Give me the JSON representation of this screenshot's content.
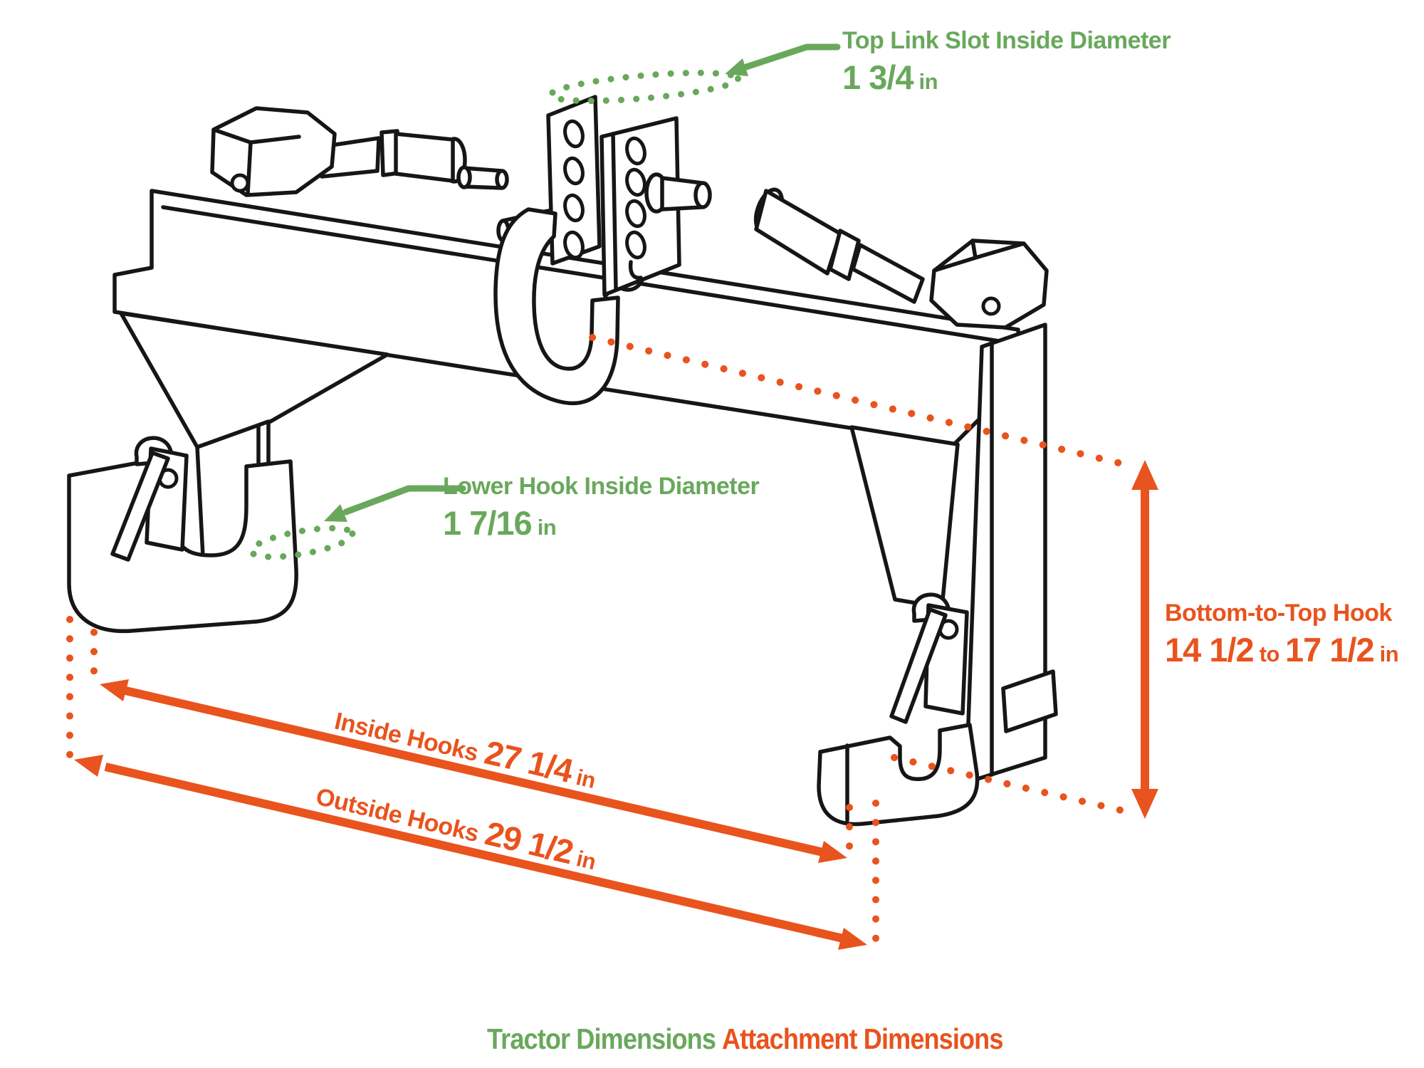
{
  "colors": {
    "green": "#69a85c",
    "orange": "#e9531d",
    "ink": "#161616",
    "background": "#ffffff"
  },
  "labels": {
    "top_link_slot": {
      "name": "Top Link Slot Inside Diameter",
      "value": "1 3/4",
      "unit": "in"
    },
    "lower_hook": {
      "name": "Lower Hook Inside Diameter",
      "value": "1 7/16",
      "unit": "in"
    },
    "bottom_to_top_hook": {
      "name": "Bottom-to-Top Hook",
      "value_min": "14 1/2",
      "joiner": "to",
      "value_max": "17 1/2",
      "unit": "in"
    },
    "inside_hooks": {
      "name": "Inside Hooks",
      "value": "27 1/4",
      "unit": "in"
    },
    "outside_hooks": {
      "name": "Outside Hooks",
      "value": "29 1/2",
      "unit": "in"
    }
  },
  "legend": {
    "tractor": "Tractor Dimensions",
    "attachment": "Attachment Dimensions"
  }
}
